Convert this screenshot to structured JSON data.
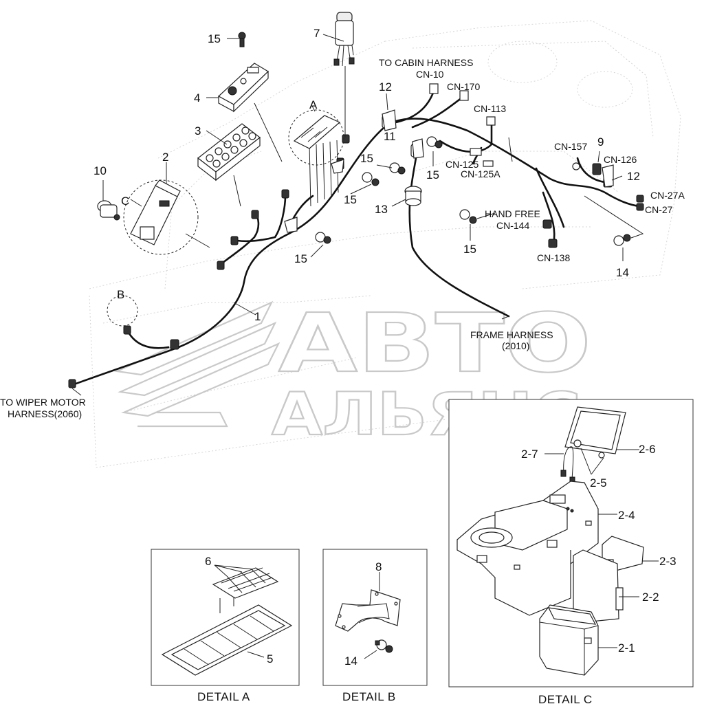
{
  "watermark": {
    "line1": "АВТО",
    "line2": "АЛЬЯНС"
  },
  "callouts": {
    "n1": "1",
    "n2": "2",
    "n3": "3",
    "n4": "4",
    "n7": "7",
    "n9": "9",
    "n10": "10",
    "n11": "11",
    "n12a": "12",
    "n12b": "12",
    "n13": "13",
    "n14": "14",
    "n15a": "15",
    "n15b": "15",
    "n15c": "15",
    "n15d": "15",
    "n15e": "15",
    "n15f": "15",
    "a": "A",
    "b": "B",
    "c": "C"
  },
  "connectors": {
    "to_cabin_1": "TO CABIN HARNESS",
    "to_cabin_2": "CN-10",
    "cn170": "CN-170",
    "cn113": "CN-113",
    "cn125": "CN-125",
    "cn125a": "CN-125A",
    "cn157": "CN-157",
    "cn126": "CN-126",
    "cn27a": "CN-27A",
    "cn27": "CN-27",
    "hand_free_1": "HAND FREE",
    "hand_free_2": "CN-144",
    "cn138": "CN-138",
    "frame_1": "FRAME HARNESS",
    "frame_2": "(2010)",
    "wiper_1": "TO WIPER MOTOR",
    "wiper_2": "HARNESS(2060)"
  },
  "detail_c": {
    "title": "DETAIL C",
    "p27": "2-7",
    "p26": "2-6",
    "p25": "2-5",
    "p24": "2-4",
    "p23": "2-3",
    "p22": "2-2",
    "p21": "2-1"
  },
  "detail_a": {
    "title": "DETAIL  A",
    "p6": "6",
    "p5": "5"
  },
  "detail_b": {
    "title": "DETAIL  B",
    "p8": "8",
    "p14": "14"
  }
}
